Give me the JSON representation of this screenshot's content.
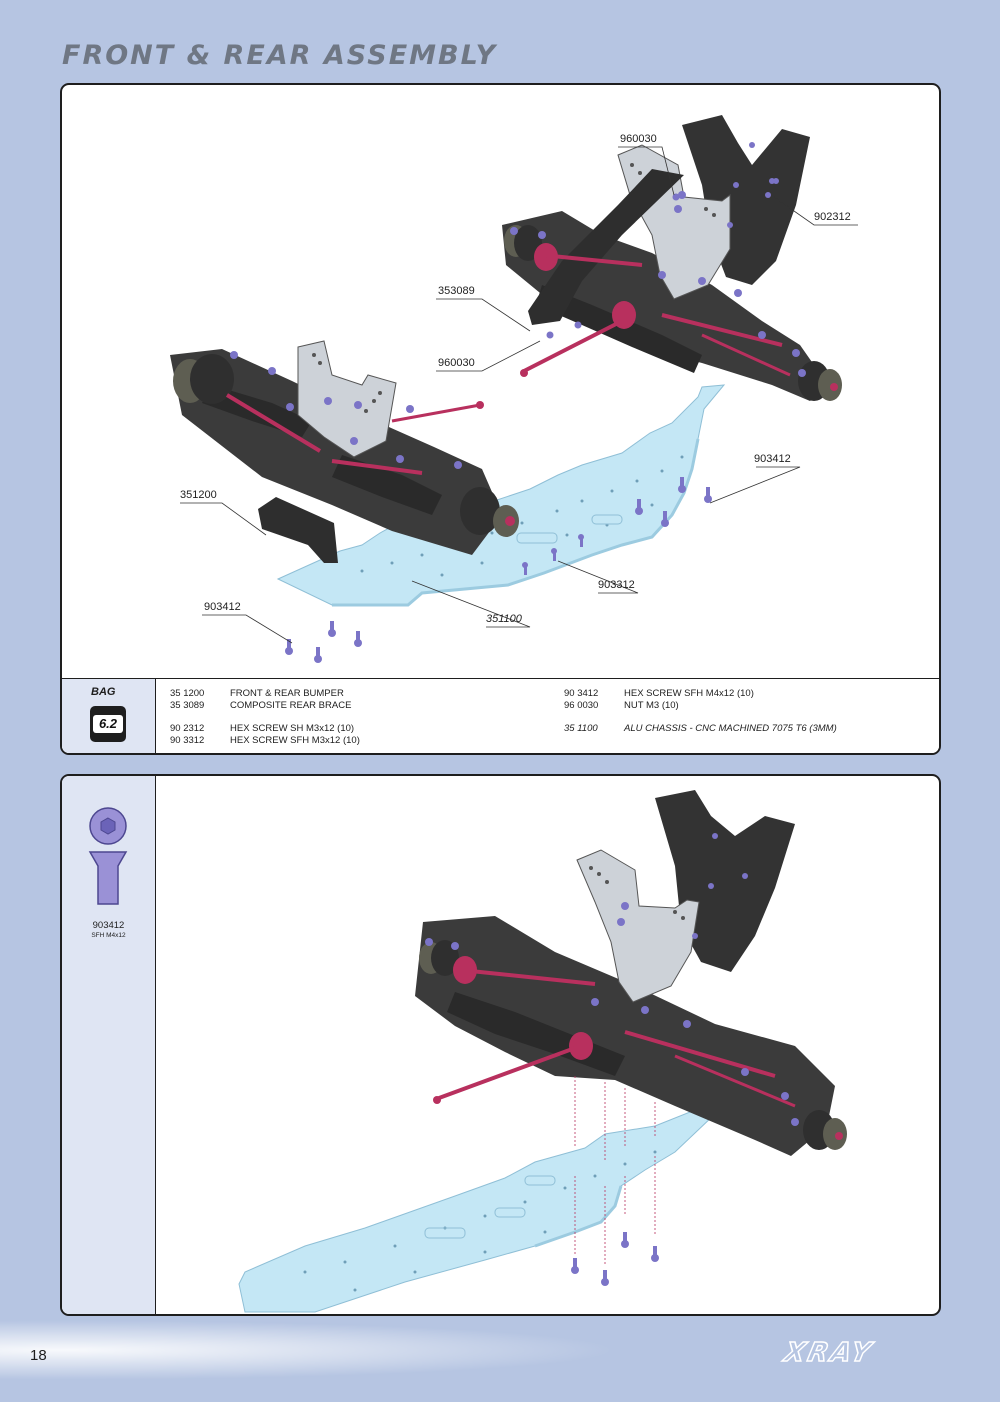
{
  "page_title": "FRONT & REAR ASSEMBLY",
  "callouts": {
    "c960030_top": "960030",
    "c902312": "902312",
    "c353089": "353089",
    "c960030_mid": "960030",
    "c903412_right": "903412",
    "c351200": "351200",
    "c903312": "903312",
    "c903412_left": "903412",
    "c351100": "351100"
  },
  "bag": {
    "label": "BAG",
    "number": "6.2"
  },
  "parts": [
    {
      "no": "35 1200",
      "name": "FRONT & REAR BUMPER"
    },
    {
      "no": "35 3089",
      "name": "COMPOSITE REAR BRACE"
    },
    {
      "no": "90 2312",
      "name": "HEX SCREW  SH M3x12  (10)"
    },
    {
      "no": "90 3312",
      "name": "HEX SCREW  SFH M3x12  (10)"
    },
    {
      "no": "90 3412",
      "name": "HEX SCREW  SFH M4x12  (10)"
    },
    {
      "no": "96 0030",
      "name": "NUT M3  (10)"
    },
    {
      "no": "35 1100",
      "name": "ALU CHASSIS - CNC MACHINED 7075 T6 (3MM)"
    }
  ],
  "screw_detail": {
    "code": "903412",
    "desc": "SFH M4x12"
  },
  "page_number": "18",
  "brand": "XRAY",
  "colors": {
    "background": "#b6c5e2",
    "panel_side": "#dfe5f3",
    "plastic": "#3a3a3a",
    "chassis": "#bfe6f5",
    "rods": "#b8305e",
    "screws": "#7b74c7"
  }
}
